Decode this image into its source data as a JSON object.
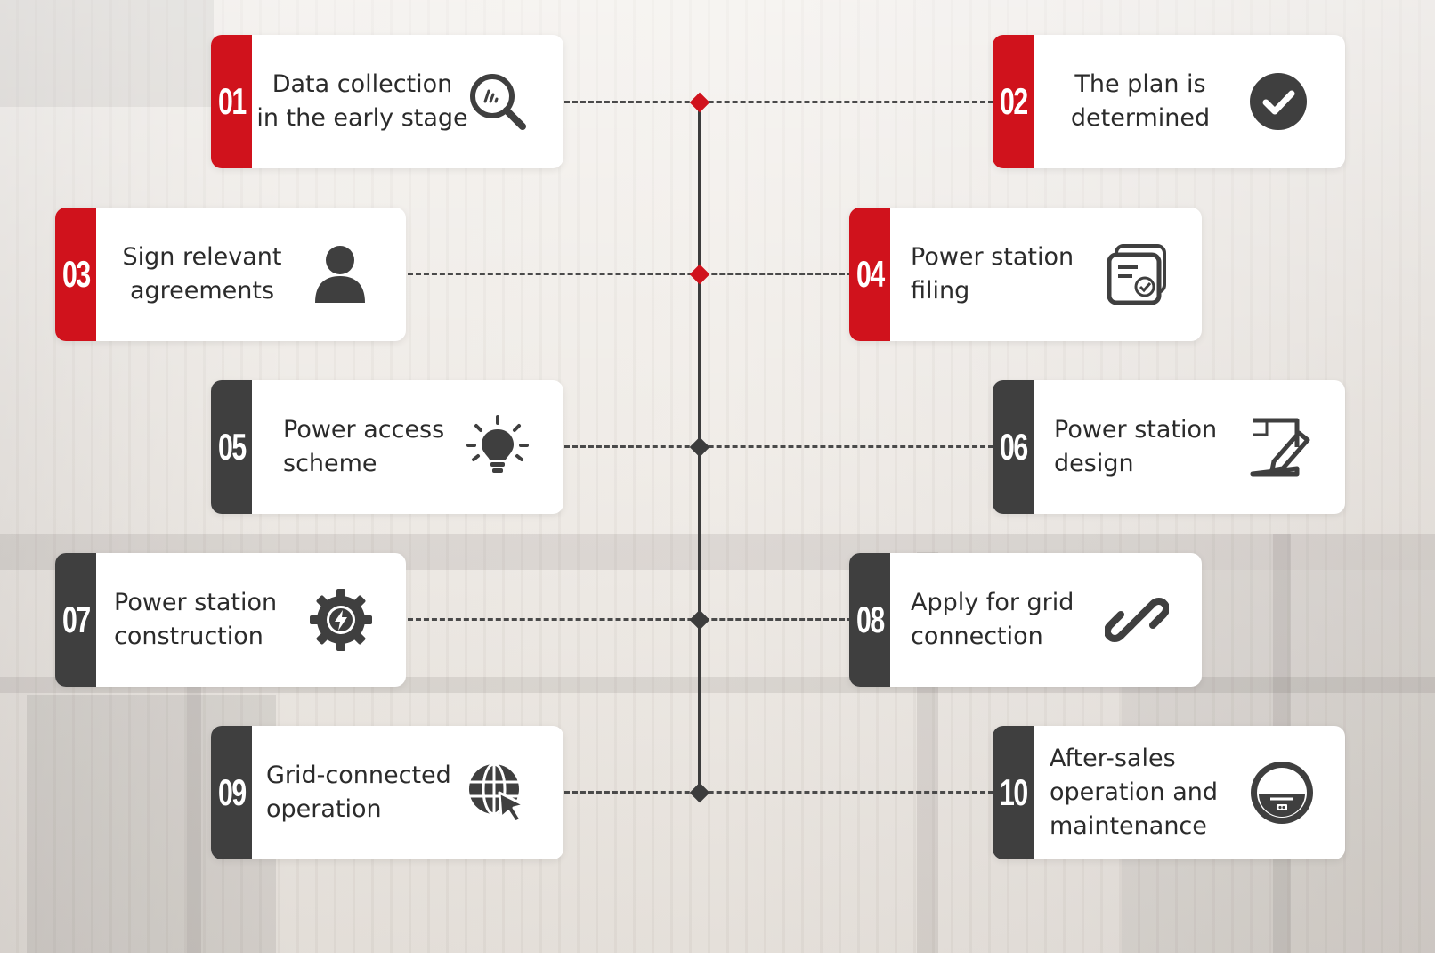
{
  "colors": {
    "accent_red": "#d0121c",
    "dark": "#3f3f3f",
    "line": "#3c3c3c"
  },
  "steps": [
    {
      "num": "01",
      "label": "Data collection\nin the early stage",
      "icon": "search-chart-icon",
      "tab": "red"
    },
    {
      "num": "02",
      "label": "The plan is\ndetermined",
      "icon": "check-circle-icon",
      "tab": "red"
    },
    {
      "num": "03",
      "label": "Sign relevant\nagreements",
      "icon": "user-icon",
      "tab": "red"
    },
    {
      "num": "04",
      "label": "Power station\nfiling",
      "icon": "document-check-icon",
      "tab": "red"
    },
    {
      "num": "05",
      "label": "Power access\nscheme",
      "icon": "lightbulb-icon",
      "tab": "dark"
    },
    {
      "num": "06",
      "label": "Power station\ndesign",
      "icon": "edit-document-icon",
      "tab": "dark"
    },
    {
      "num": "07",
      "label": "Power station\nconstruction",
      "icon": "gear-lightning-icon",
      "tab": "dark"
    },
    {
      "num": "08",
      "label": "Apply for grid\nconnection",
      "icon": "link-icon",
      "tab": "dark"
    },
    {
      "num": "09",
      "label": "Grid-connected\noperation",
      "icon": "globe-cursor-icon",
      "tab": "dark"
    },
    {
      "num": "10",
      "label": "After-sales\noperation and\nmaintenance",
      "icon": "robot-vacuum-icon",
      "tab": "dark"
    }
  ]
}
